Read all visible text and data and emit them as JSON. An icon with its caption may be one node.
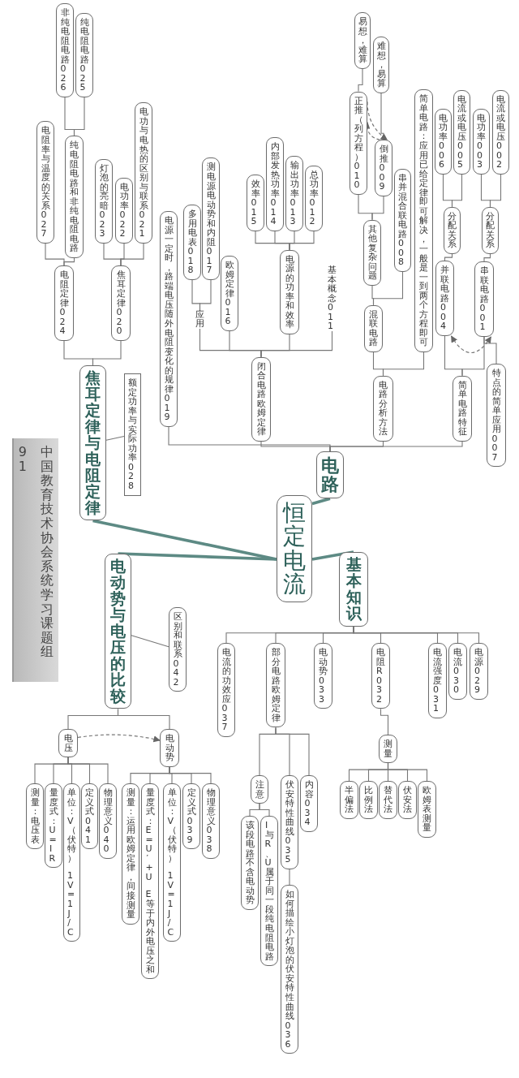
{
  "diagram": {
    "nodes": [
      {
        "text": [
          "恒定电流"
        ]
      },
      {
        "text": [
          "电路"
        ]
      },
      {
        "text": [
          "电源一定时，路端电压随外电阻变化的规律019"
        ]
      },
      {
        "text": [
          "闭合电路欧姆定律"
        ]
      },
      {
        "text": [
          "应用"
        ]
      },
      {
        "text": [
          "多用电表018"
        ]
      },
      {
        "text": [
          "测电源电动势和内阻017"
        ]
      },
      {
        "text": [
          "欧姆定律016"
        ]
      },
      {
        "text": [
          "电源的功率和效率"
        ]
      },
      {
        "text": [
          "效率015"
        ]
      },
      {
        "text": [
          "内部发热功率014"
        ]
      },
      {
        "text": [
          "输出功率013"
        ]
      },
      {
        "text": [
          "总功率012"
        ]
      },
      {
        "text": [
          "基本概念011"
        ]
      },
      {
        "text": [
          "电路分析方法"
        ]
      },
      {
        "text": [
          "混联电路"
        ]
      },
      {
        "text": [
          "其他复杂问题"
        ]
      },
      {
        "text": [
          "正推（列方程）010"
        ]
      },
      {
        "text": [
          "易想，难算"
        ]
      },
      {
        "text": [
          "倒推009"
        ]
      },
      {
        "text": [
          "难想，易算"
        ]
      },
      {
        "text": [
          "串并混合联电路008"
        ]
      },
      {
        "text": [
          "简单电路：应用已给定律即可解决，一般是一到两个方程即可"
        ]
      },
      {
        "text": [
          "简单电路特征"
        ]
      },
      {
        "text": [
          "并联电路004"
        ]
      },
      {
        "text": [
          "分配关系"
        ]
      },
      {
        "text": [
          "电功率006"
        ]
      },
      {
        "text": [
          "电流或电压005"
        ]
      },
      {
        "text": [
          "串联电路001"
        ]
      },
      {
        "text": [
          "分配关系"
        ]
      },
      {
        "text": [
          "电功率003"
        ]
      },
      {
        "text": [
          "电流或电压002"
        ]
      },
      {
        "text": [
          "特点的简单应用007"
        ]
      },
      {
        "text": [
          "焦耳定律与电阻定律"
        ]
      },
      {
        "text": [
          "电阻定律024"
        ]
      },
      {
        "text": [
          "电阻率与温度的关系027"
        ]
      },
      {
        "text": [
          "纯电阻电路和非纯电阻电路"
        ]
      },
      {
        "text": [
          "非纯电阻电路026"
        ]
      },
      {
        "text": [
          "纯电阻电路025"
        ]
      },
      {
        "text": [
          "焦耳定律020"
        ]
      },
      {
        "text": [
          "灯泡的亮暗023"
        ]
      },
      {
        "text": [
          "电功率022"
        ]
      },
      {
        "text": [
          "电功与电热的区别与联系021"
        ]
      },
      {
        "text": [
          "额定功率与实际功率028"
        ]
      },
      {
        "text": [
          "基本知识"
        ]
      },
      {
        "text": [
          "电流的功效应037"
        ]
      },
      {
        "text": [
          "部分电路欧姆定律"
        ]
      },
      {
        "text": [
          "注意"
        ]
      },
      {
        "text": [
          "该段电路不含电动势"
        ]
      },
      {
        "text": [
          "I与R、U属于同一段纯电阻电路"
        ]
      },
      {
        "text": [
          "伏安特性曲线035"
        ]
      },
      {
        "text": [
          "如何描绘小灯泡的伏安特性曲线036"
        ]
      },
      {
        "text": [
          "内容034"
        ]
      },
      {
        "text": [
          "电动势033"
        ]
      },
      {
        "text": [
          "电阻R 032"
        ]
      },
      {
        "text": [
          "测量"
        ]
      },
      {
        "text": [
          "半偏法"
        ]
      },
      {
        "text": [
          "比例法"
        ]
      },
      {
        "text": [
          "替代法"
        ]
      },
      {
        "text": [
          "伏安法"
        ]
      },
      {
        "text": [
          "欧姆表测量"
        ]
      },
      {
        "text": [
          "电流强度031"
        ]
      },
      {
        "text": [
          "电流030"
        ]
      },
      {
        "text": [
          "电源029"
        ]
      },
      {
        "text": [
          "电动势与电压的比较"
        ]
      },
      {
        "text": [
          "区别和联系042"
        ]
      },
      {
        "text": [
          "电动势"
        ]
      },
      {
        "text": [
          "物理意义038"
        ]
      },
      {
        "text": [
          "定义式039"
        ]
      },
      {
        "text": [
          "单位：V（伏特）",
          "1V=1J/C"
        ]
      },
      {
        "text": [
          "量度式：E=U′+U",
          "E等于内外电压之和"
        ]
      },
      {
        "text": [
          "测量：运用欧姆定律，间接测量"
        ]
      },
      {
        "text": [
          "电压"
        ]
      },
      {
        "text": [
          "物理意义040"
        ]
      },
      {
        "text": [
          "定义式041"
        ]
      },
      {
        "text": [
          "单位：V（伏特）",
          "1V=1J/C"
        ]
      },
      {
        "text": [
          "量度式：U=IR"
        ]
      },
      {
        "text": [
          "测量：电压表"
        ]
      }
    ],
    "edges": [
      {
        "from": 0,
        "to": 1,
        "arrow": "none",
        "style": "thick",
        "color": "#5d8a84"
      },
      {
        "from": 0,
        "to": 33,
        "arrow": "none",
        "style": "thick",
        "color": "#5d8a84"
      },
      {
        "from": 0,
        "to": 64,
        "arrow": "none",
        "style": "thick",
        "color": "#5d8a84"
      },
      {
        "from": 0,
        "to": 44,
        "arrow": "none",
        "style": "thick",
        "color": "#5d8a84"
      },
      {
        "from": 1,
        "to": 2,
        "arrow": "none"
      },
      {
        "from": 1,
        "to": 3,
        "arrow": "none"
      },
      {
        "from": 1,
        "to": 14,
        "arrow": "none"
      },
      {
        "from": 1,
        "to": 23,
        "arrow": "none"
      },
      {
        "from": 3,
        "to": 4,
        "arrow": "none"
      },
      {
        "from": 3,
        "to": 7,
        "arrow": "none"
      },
      {
        "from": 3,
        "to": 8,
        "arrow": "none"
      },
      {
        "from": 3,
        "to": 13,
        "arrow": "none"
      },
      {
        "from": 4,
        "to": 5,
        "arrow": "none"
      },
      {
        "from": 4,
        "to": 6,
        "arrow": "none"
      },
      {
        "from": 8,
        "to": 9,
        "arrow": "none"
      },
      {
        "from": 8,
        "to": 10,
        "arrow": "none"
      },
      {
        "from": 8,
        "to": 11,
        "arrow": "none"
      },
      {
        "from": 8,
        "to": 12,
        "arrow": "none"
      },
      {
        "from": 14,
        "to": 15,
        "arrow": "none"
      },
      {
        "from": 14,
        "to": 22,
        "arrow": "none"
      },
      {
        "from": 15,
        "to": 16,
        "arrow": "none"
      },
      {
        "from": 15,
        "to": 21,
        "arrow": "none"
      },
      {
        "from": 16,
        "to": 17,
        "arrow": "none"
      },
      {
        "from": 16,
        "to": 19,
        "arrow": "none"
      },
      {
        "from": 17,
        "to": 18,
        "arrow": "none"
      },
      {
        "from": 19,
        "to": 20,
        "arrow": "none"
      },
      {
        "from": 19,
        "to": 17,
        "arrow": "to",
        "style": "dashed"
      },
      {
        "from": 17,
        "to": 19,
        "arrow": "to",
        "style": "dashed"
      },
      {
        "from": 23,
        "to": 24,
        "arrow": "none"
      },
      {
        "from": 23,
        "to": 28,
        "arrow": "none"
      },
      {
        "from": 28,
        "to": 24,
        "arrow": "both",
        "style": "dashed"
      },
      {
        "from": 24,
        "to": 25,
        "arrow": "none"
      },
      {
        "from": 25,
        "to": 26,
        "arrow": "none"
      },
      {
        "from": 25,
        "to": 27,
        "arrow": "none"
      },
      {
        "from": 28,
        "to": 29,
        "arrow": "none"
      },
      {
        "from": 29,
        "to": 30,
        "arrow": "none"
      },
      {
        "from": 29,
        "to": 31,
        "arrow": "none"
      },
      {
        "from": 28,
        "to": 32,
        "arrow": "none"
      },
      {
        "from": 33,
        "to": 34,
        "arrow": "none"
      },
      {
        "from": 33,
        "to": 39,
        "arrow": "none"
      },
      {
        "from": 43,
        "to": 33,
        "arrow": "none"
      },
      {
        "from": 34,
        "to": 35,
        "arrow": "none"
      },
      {
        "from": 34,
        "to": 36,
        "arrow": "none"
      },
      {
        "from": 36,
        "to": 37,
        "arrow": "none"
      },
      {
        "from": 36,
        "to": 38,
        "arrow": "none"
      },
      {
        "from": 39,
        "to": 40,
        "arrow": "none"
      },
      {
        "from": 39,
        "to": 41,
        "arrow": "none"
      },
      {
        "from": 39,
        "to": 42,
        "arrow": "none"
      },
      {
        "from": 44,
        "to": 45,
        "arrow": "none"
      },
      {
        "from": 44,
        "to": 46,
        "arrow": "none"
      },
      {
        "from": 44,
        "to": 53,
        "arrow": "none"
      },
      {
        "from": 44,
        "to": 54,
        "arrow": "none"
      },
      {
        "from": 44,
        "to": 61,
        "arrow": "none"
      },
      {
        "from": 44,
        "to": 62,
        "arrow": "none"
      },
      {
        "from": 44,
        "to": 63,
        "arrow": "none"
      },
      {
        "from": 46,
        "to": 47,
        "arrow": "none"
      },
      {
        "from": 46,
        "to": 50,
        "arrow": "none"
      },
      {
        "from": 46,
        "to": 52,
        "arrow": "none"
      },
      {
        "from": 47,
        "to": 48,
        "arrow": "none"
      },
      {
        "from": 47,
        "to": 49,
        "arrow": "none"
      },
      {
        "from": 50,
        "to": 51,
        "arrow": "none"
      },
      {
        "from": 54,
        "to": 55,
        "arrow": "none"
      },
      {
        "from": 55,
        "to": 56,
        "arrow": "none"
      },
      {
        "from": 55,
        "to": 57,
        "arrow": "none"
      },
      {
        "from": 55,
        "to": 58,
        "arrow": "none"
      },
      {
        "from": 55,
        "to": 59,
        "arrow": "none"
      },
      {
        "from": 55,
        "to": 60,
        "arrow": "none"
      },
      {
        "from": 64,
        "to": 66,
        "arrow": "none"
      },
      {
        "from": 64,
        "to": 72,
        "arrow": "none"
      },
      {
        "from": 65,
        "to": 64,
        "arrow": "none"
      },
      {
        "from": 72,
        "to": 66,
        "arrow": "to",
        "style": "dashed"
      },
      {
        "from": 66,
        "to": 67,
        "arrow": "none"
      },
      {
        "from": 66,
        "to": 68,
        "arrow": "none"
      },
      {
        "from": 66,
        "to": 69,
        "arrow": "none"
      },
      {
        "from": 66,
        "to": 70,
        "arrow": "none"
      },
      {
        "from": 66,
        "to": 71,
        "arrow": "none"
      },
      {
        "from": 72,
        "to": 73,
        "arrow": "none"
      },
      {
        "from": 72,
        "to": 74,
        "arrow": "none"
      },
      {
        "from": 72,
        "to": 75,
        "arrow": "none"
      },
      {
        "from": 72,
        "to": 76,
        "arrow": "none"
      },
      {
        "from": 72,
        "to": 77,
        "arrow": "none"
      }
    ],
    "labels": [
      "中国教育技术协会系统学习课题组",
      "91"
    ]
  }
}
